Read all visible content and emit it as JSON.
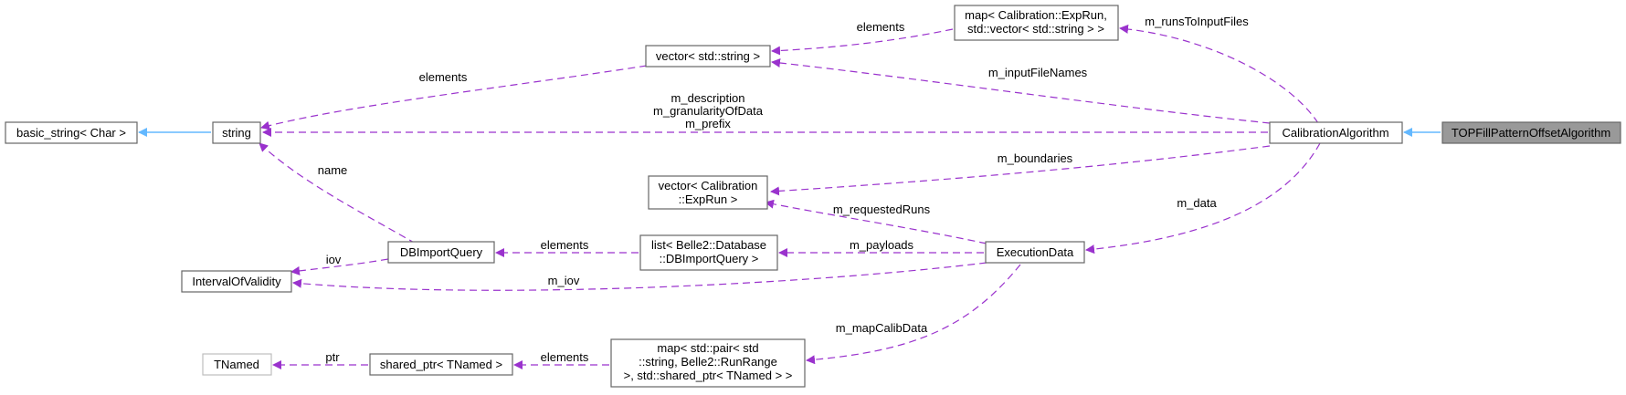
{
  "nodes": {
    "basic_string": "basic_string< Char >",
    "string": "string",
    "interval_of_validity": "IntervalOfValidity",
    "tnamed": "TNamed",
    "db_import_query": "DBImportQuery",
    "shared_ptr_tnamed": "shared_ptr< TNamed >",
    "vector_string": "vector< std::string >",
    "vector_exprun": [
      "vector< Calibration",
      "::ExpRun >"
    ],
    "list_dbimportquery": [
      "list< Belle2::Database",
      "::DBImportQuery >"
    ],
    "map_pair": [
      "map< std::pair< std",
      "::string, Belle2::RunRange",
      ">, std::shared_ptr< TNamed > >"
    ],
    "map_exprun": [
      "map< Calibration::ExpRun,",
      "std::vector< std::string > >"
    ],
    "execution_data": "ExecutionData",
    "calibration_algorithm": "CalibrationAlgorithm",
    "top_fill_pattern": "TOPFillPatternOffsetAlgorithm"
  },
  "edge_labels": {
    "elements_string": "elements",
    "description_lines": [
      "m_description",
      "m_granularityOfData",
      "m_prefix"
    ],
    "name": "name",
    "iov": "iov",
    "m_iov": "m_iov",
    "ptr": "ptr",
    "elements_dbimport": "elements",
    "elements_shared": "elements",
    "elements_vector": "elements",
    "m_inputFileNames": "m_inputFileNames",
    "m_runsToInputFiles": "m_runsToInputFiles",
    "m_boundaries": "m_boundaries",
    "m_requestedRuns": "m_requestedRuns",
    "m_payloads": "m_payloads",
    "m_data": "m_data",
    "m_mapCalibData": "m_mapCalibData"
  },
  "colors": {
    "dependency_edge": "#9a32cd",
    "inheritance_edge": "#63b8ff",
    "focus_node_fill": "#999999"
  }
}
